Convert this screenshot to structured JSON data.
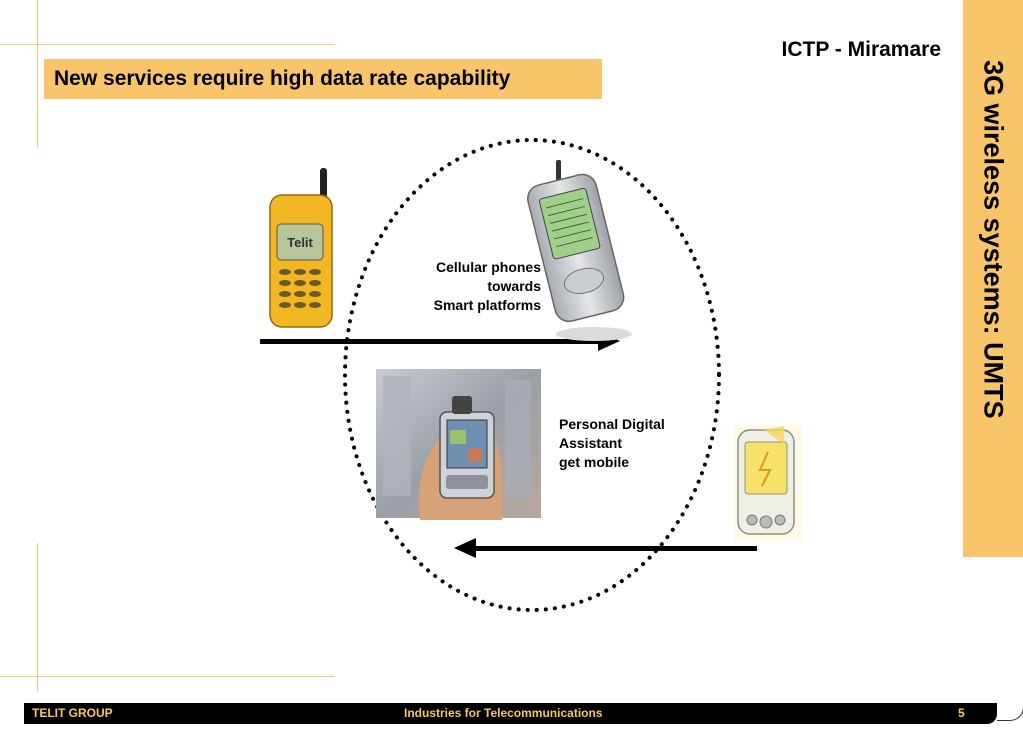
{
  "header": {
    "location": "ICTP - Miramare",
    "headline": "New services require high data rate capability"
  },
  "sidebar": {
    "title": "3G wireless systems: UMTS"
  },
  "diagram": {
    "caption_top": [
      "Cellular phones",
      "towards",
      "Smart platforms"
    ],
    "caption_bottom": [
      "Personal Digital",
      "Assistant",
      "get mobile"
    ],
    "phone_brand": "Telit"
  },
  "footer": {
    "company": "TELIT GROUP",
    "tagline": "Industries  for Telecommunications",
    "page": "5"
  },
  "colors": {
    "accent": "#f9c56a",
    "guide": "#f7c77a"
  }
}
